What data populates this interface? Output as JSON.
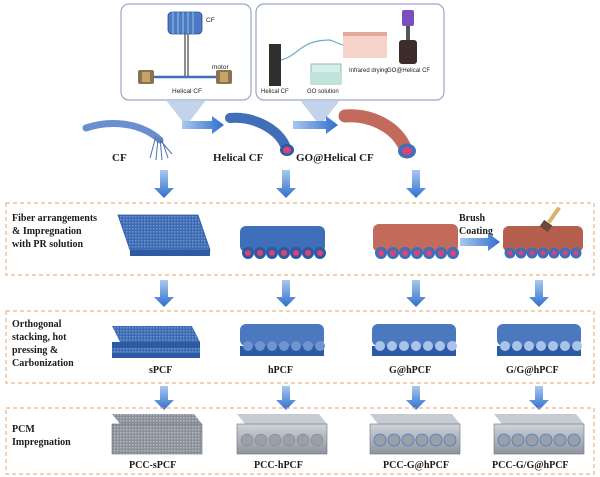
{
  "colors": {
    "fiber_blue": "#3f6fb8",
    "fiber_core": "#d9437a",
    "go_brown": "#c26b5c",
    "arrow_blue": "#3b7fd4",
    "dash_orange": "#e8a06b",
    "panel_border": "#9aa5c9"
  },
  "top_panels": {
    "left": {
      "cf": "CF",
      "motor": "motor",
      "helical_cf": "Helical CF"
    },
    "right": {
      "helical_cf": "Helical CF",
      "go_solution": "GO solution",
      "infrared_drying": "Infrared drying",
      "go_helical_cf": "GO@Helical CF"
    }
  },
  "fibers": {
    "cf": "CF",
    "helical_cf": "Helical CF",
    "go_helical_cf": "GO@Helical CF"
  },
  "rows": [
    {
      "label_lines": [
        "Fiber arrangements",
        "& Impregnation",
        "with PR solution"
      ]
    },
    {
      "label_lines": [
        "Orthogonal",
        "stacking, hot",
        "pressing &",
        "Carbonization"
      ]
    },
    {
      "label_lines": [
        "PCM",
        "Impregnation"
      ]
    }
  ],
  "brush_coating": [
    "Brush",
    "Coating"
  ],
  "products_row2": [
    "sPCF",
    "hPCF",
    "G@hPCF",
    "G/G@hPCF"
  ],
  "products_row3": [
    "PCC-sPCF",
    "PCC-hPCF",
    "PCC-G@hPCF",
    "PCC-G/G@hPCF"
  ]
}
